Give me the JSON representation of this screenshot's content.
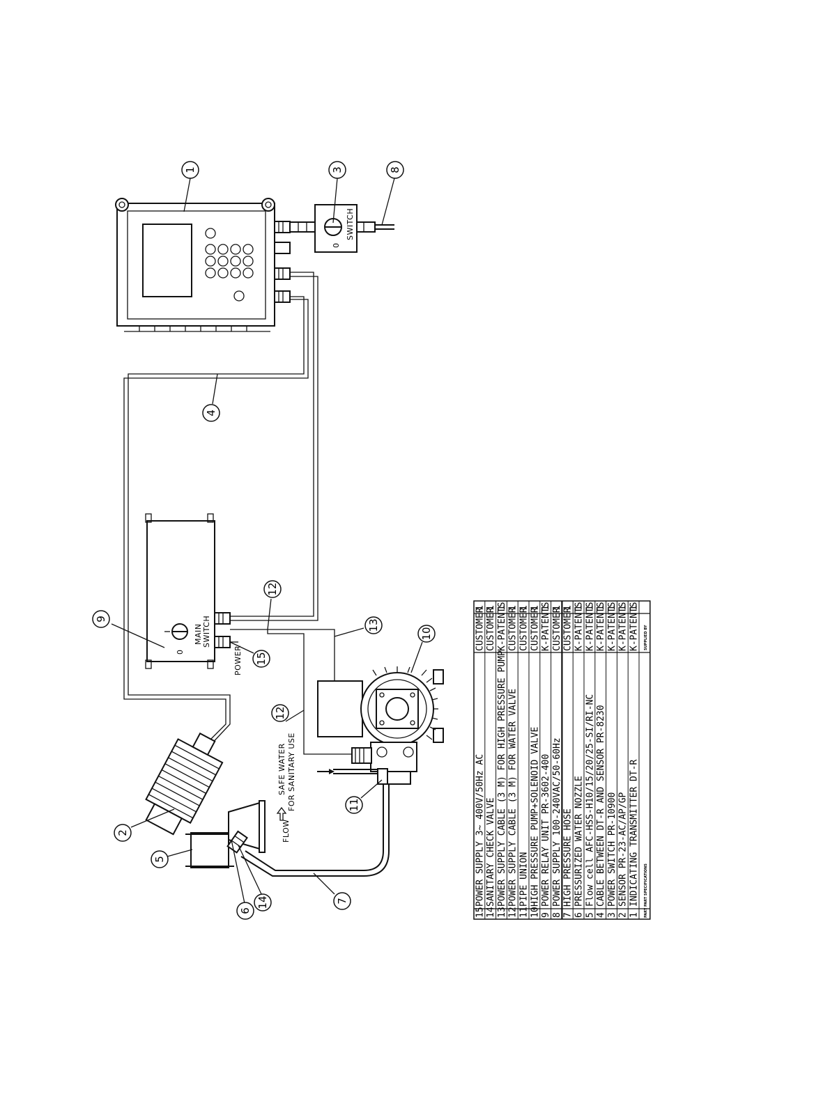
{
  "callouts": [
    "1",
    "2",
    "3",
    "4",
    "5",
    "6",
    "7",
    "8",
    "9",
    "10",
    "11",
    "12",
    "13",
    "14",
    "15"
  ],
  "labels": {
    "switch": "SWITCH",
    "switch_zero": "0",
    "main_switch_1": "MAIN",
    "main_switch_2": "SWITCH",
    "main_zero": "0",
    "power": "POWER",
    "safe_water_1": "SAFE WATER",
    "safe_water_2": "FOR SANITARY USE",
    "flow": "FLOW"
  },
  "parts_table": {
    "header_part": "PART",
    "header_spec": "PART SPECIFICATIONS",
    "header_supplied": "SUPPLIED BY",
    "rows": [
      {
        "part": "15",
        "spec": "POWER SUPPLY 3~ 400V/50Hz AC",
        "supplied": "CUSTOMER",
        "qty": "1"
      },
      {
        "part": "14",
        "spec": "SANITARY CHECK VALVE",
        "supplied": "CUSTOMER",
        "qty": "1"
      },
      {
        "part": "13",
        "spec": "POWER SUPPLY CABLE (3 M) FOR HIGH PRESSURE PUMP",
        "supplied": "K-PATENTS",
        "qty": "1"
      },
      {
        "part": "12",
        "spec": "POWER SUPPLY CABLE (3 M) FOR WATER VALVE",
        "supplied": "CUSTOMER",
        "qty": "1"
      },
      {
        "part": "11",
        "spec": "PIPE UNION",
        "supplied": "CUSTOMER",
        "qty": "1"
      },
      {
        "part": "10",
        "spec": "HIGH PRESSURE PUMP+SOLENOID VALVE",
        "supplied": "CUSTOMER",
        "qty": "1"
      },
      {
        "part": "9",
        "spec": "POWER RELAY UNIT PR-3602-400",
        "supplied": "K-PATENTS",
        "qty": "1"
      },
      {
        "part": "8",
        "spec": "POWER SUPPLY 100-240VAC/50-60Hz",
        "supplied": "CUSTOMER",
        "qty": "1"
      },
      {
        "part": "7",
        "spec": "HIGH PRESSURE HOSE",
        "supplied": "CUSTOMER",
        "qty": "1"
      },
      {
        "part": "6",
        "spec": "PRESSURIZED WATER NOZZLE",
        "supplied": "K-PATENTS",
        "qty": "1"
      },
      {
        "part": "5",
        "spec": "Flow cell AFC-HSS-H10/15/20/25-SI/RI-NC",
        "supplied": "K-PATENTS",
        "qty": "1"
      },
      {
        "part": "4",
        "spec": "CABLE BETWEEN DT-R AND SENSOR PR-8230",
        "supplied": "K-PATENTS",
        "qty": "1"
      },
      {
        "part": "3",
        "spec": "POWER SWITCH PR-10900",
        "supplied": "K-PATENTS",
        "qty": "1"
      },
      {
        "part": "2",
        "spec": "SENSOR PR-23-AC/AP/GP",
        "supplied": "K-PATENTS",
        "qty": "1"
      },
      {
        "part": "1",
        "spec": "INDICATING TRANSMITTER DT-R",
        "supplied": "K-PATENTS",
        "qty": "1"
      }
    ]
  }
}
